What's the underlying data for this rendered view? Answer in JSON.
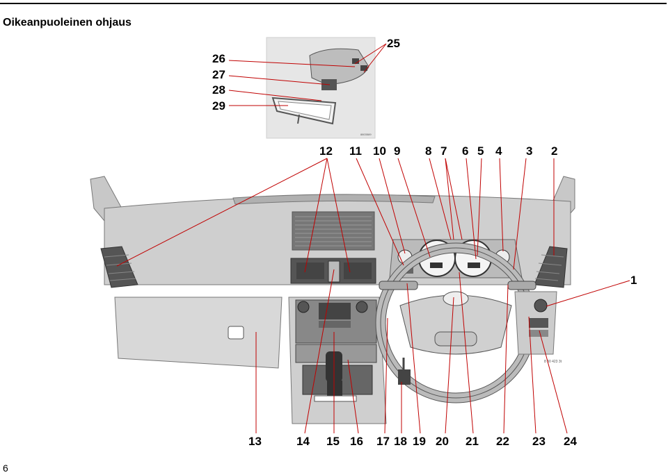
{
  "title": "Oikeanpuoleinen ohjaus",
  "page_number": "6",
  "figure_codes": {
    "mirror": "8803589",
    "dash": "8 30 423 3t"
  },
  "callouts": {
    "n1": "1",
    "n2": "2",
    "n3": "3",
    "n4": "4",
    "n5": "5",
    "n6": "6",
    "n7": "7",
    "n8": "8",
    "n9": "9",
    "n10": "10",
    "n11": "11",
    "n12": "12",
    "n13": "13",
    "n14": "14",
    "n15": "15",
    "n16": "16",
    "n17": "17",
    "n18": "18",
    "n19": "19",
    "n20": "20",
    "n21": "21",
    "n22": "22",
    "n23": "23",
    "n24": "24",
    "n25": "25",
    "n26": "26",
    "n27": "27",
    "n28": "28",
    "n29": "29"
  }
}
